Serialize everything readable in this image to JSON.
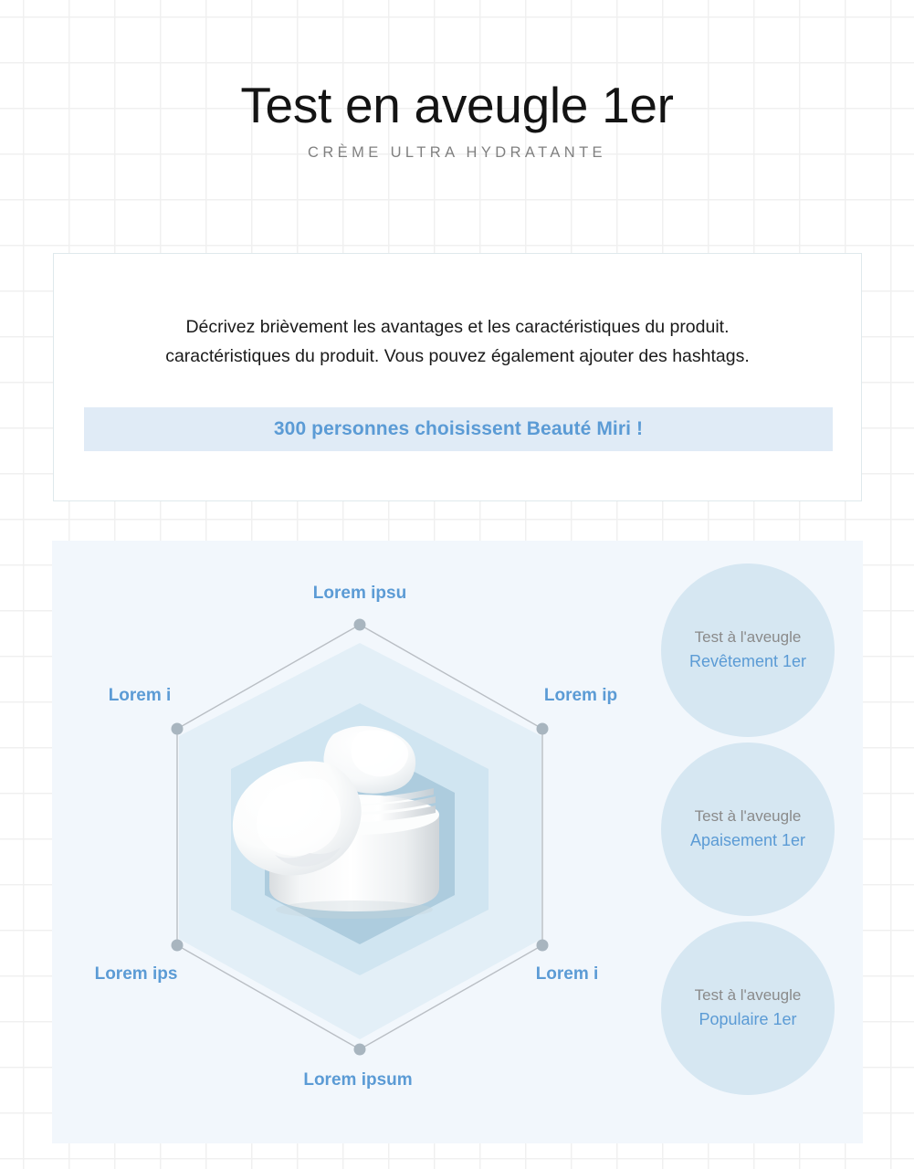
{
  "header": {
    "title": "Test en aveugle 1er",
    "subtitle": "CRÈME ULTRA HYDRATANTE"
  },
  "description": {
    "line1": "Décrivez brièvement les avantages et les caractéristiques du produit.",
    "line2": "caractéristiques du produit. Vous pouvez également ajouter des hashtags.",
    "highlight": "300 personnes choisissent Beauté Miri !"
  },
  "chart_data": {
    "type": "radar",
    "title": "",
    "categories": [
      "Lorem ipsu",
      "Lorem ip",
      "Lorem i",
      "Lorem ipsum",
      "Lorem ips",
      "Lorem i"
    ],
    "series": [
      {
        "name": "outer-ring",
        "values": [
          100,
          100,
          100,
          100,
          100,
          100
        ]
      },
      {
        "name": "mid-ring",
        "values": [
          80,
          80,
          80,
          80,
          80,
          80
        ]
      },
      {
        "name": "inner-ring",
        "values": [
          60,
          60,
          60,
          60,
          60,
          60
        ]
      }
    ],
    "rlim": [
      0,
      100
    ],
    "grid": false,
    "legend": "none",
    "label_color": "#5b9bd5"
  },
  "labels": {
    "top": "Lorem ipsu",
    "upper_right": "Lorem ip",
    "upper_left": "Lorem i",
    "lower_right": "Lorem i",
    "lower_left": "Lorem ips",
    "bottom": "Lorem ipsum"
  },
  "badges": [
    {
      "top_line": "Test à l'aveugle",
      "bottom_line": "Revêtement 1er"
    },
    {
      "top_line": "Test à l'aveugle",
      "bottom_line": "Apaisement 1er"
    },
    {
      "top_line": "Test à l'aveugle",
      "bottom_line": "Populaire 1er"
    }
  ],
  "colors": {
    "accent_blue": "#5b9bd5",
    "banner_bg": "#e0ebf6",
    "badge_bg": "#d6e7f2",
    "panel_bg": "#f2f7fc",
    "hex_outer_fill": "#e3eff7",
    "hex_mid_fill": "#cfe4f0",
    "hex_inner_fill": "#a9c9dc",
    "hex_stroke": "#b9bec4",
    "vertex_dot": "#a8b5bf",
    "subtitle_gray": "#808080",
    "badge_gray": "#8a8a8a"
  },
  "product": {
    "name": "cream-jar",
    "description": "white moisturizer jar with cream swirl"
  }
}
